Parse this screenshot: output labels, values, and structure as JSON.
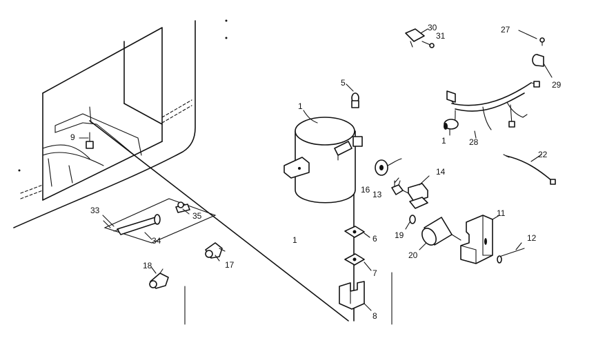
{
  "diagram": {
    "labels": [
      {
        "id": "l1a",
        "text": "1"
      },
      {
        "id": "l1b",
        "text": "1"
      },
      {
        "id": "l1c",
        "text": "1"
      },
      {
        "id": "l5",
        "text": "5"
      },
      {
        "id": "l6",
        "text": "6"
      },
      {
        "id": "l7",
        "text": "7"
      },
      {
        "id": "l8",
        "text": "8"
      },
      {
        "id": "l9",
        "text": "9"
      },
      {
        "id": "l11",
        "text": "11"
      },
      {
        "id": "l12",
        "text": "12"
      },
      {
        "id": "l13",
        "text": "13"
      },
      {
        "id": "l14",
        "text": "14"
      },
      {
        "id": "l16",
        "text": "16"
      },
      {
        "id": "l17",
        "text": "17"
      },
      {
        "id": "l18",
        "text": "18"
      },
      {
        "id": "l19",
        "text": "19"
      },
      {
        "id": "l20",
        "text": "20"
      },
      {
        "id": "l22",
        "text": "22"
      },
      {
        "id": "l27",
        "text": "27"
      },
      {
        "id": "l28",
        "text": "28"
      },
      {
        "id": "l29",
        "text": "29"
      },
      {
        "id": "l30",
        "text": "30"
      },
      {
        "id": "l31",
        "text": "31"
      },
      {
        "id": "l33",
        "text": "33"
      },
      {
        "id": "l34",
        "text": "34"
      },
      {
        "id": "l35",
        "text": "35"
      }
    ]
  }
}
